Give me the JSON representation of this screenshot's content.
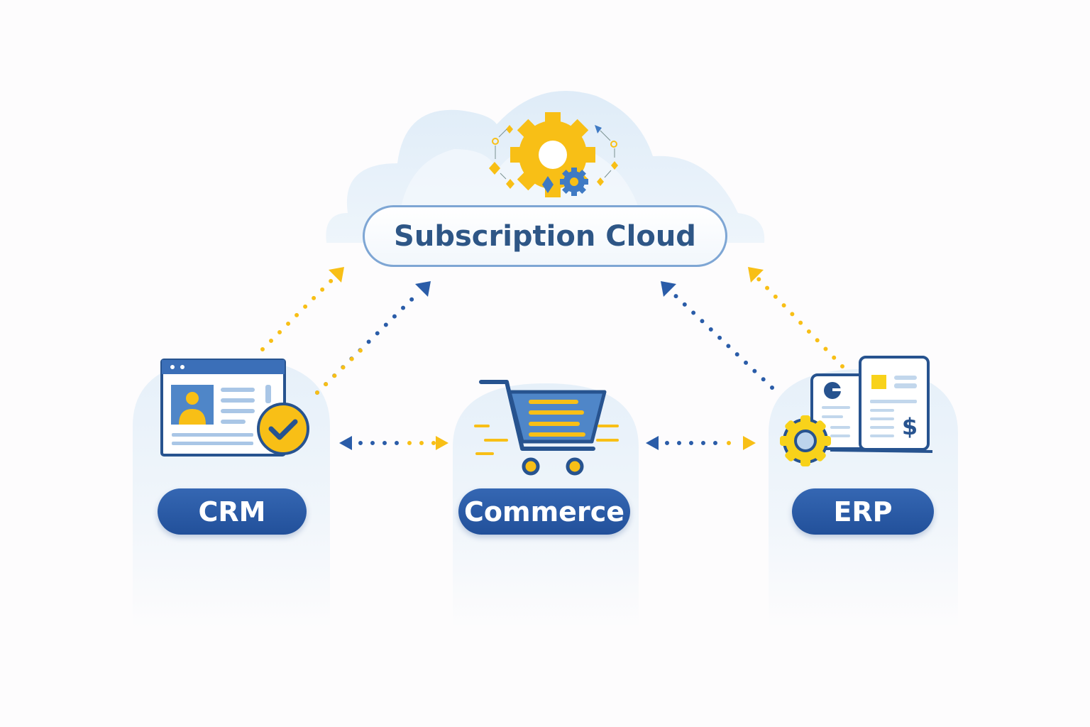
{
  "title": "Subscription Cloud",
  "nodes": [
    {
      "label": "CRM",
      "icon": "crm-window-check-icon"
    },
    {
      "label": "Commerce",
      "icon": "shopping-cart-icon"
    },
    {
      "label": "ERP",
      "icon": "erp-documents-gear-icon"
    }
  ],
  "colors": {
    "blue": "#2a5ca8",
    "yellow": "#f8bf16",
    "cloud": "#e3effa"
  }
}
